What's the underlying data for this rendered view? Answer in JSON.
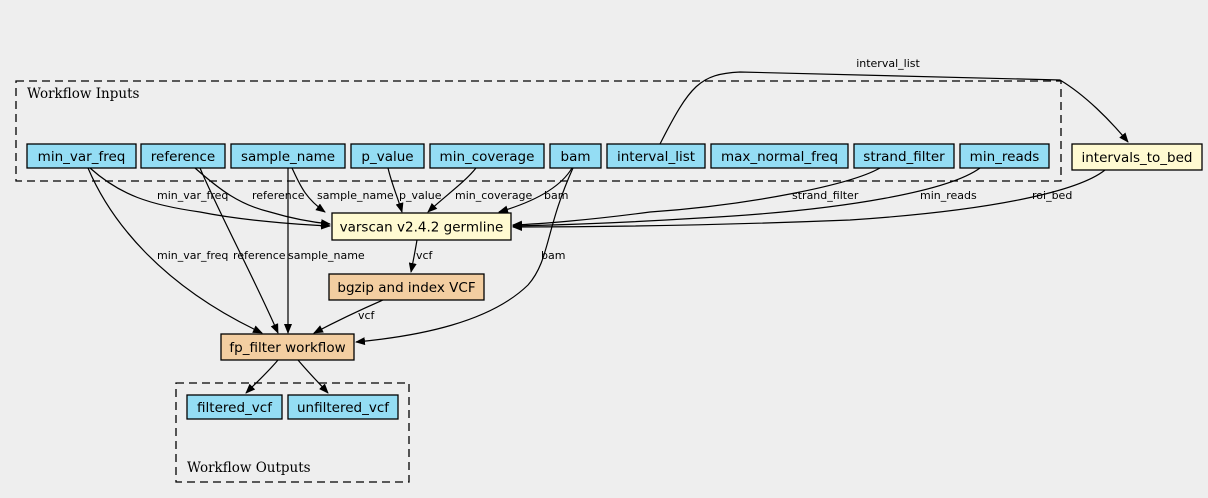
{
  "colors": {
    "background": "#eeeeee",
    "input_output": "#94ddf4",
    "tool": "#fffad1",
    "subworkflow": "#f3cea1"
  },
  "clusters": {
    "inputs": "Workflow Inputs",
    "outputs": "Workflow Outputs"
  },
  "nodes": {
    "min_var_freq": {
      "label": "min_var_freq",
      "kind": "input_output"
    },
    "reference": {
      "label": "reference",
      "kind": "input_output"
    },
    "sample_name": {
      "label": "sample_name",
      "kind": "input_output"
    },
    "p_value": {
      "label": "p_value",
      "kind": "input_output"
    },
    "min_coverage": {
      "label": "min_coverage",
      "kind": "input_output"
    },
    "bam": {
      "label": "bam",
      "kind": "input_output"
    },
    "interval_list": {
      "label": "interval_list",
      "kind": "input_output"
    },
    "max_normal_freq": {
      "label": "max_normal_freq",
      "kind": "input_output"
    },
    "strand_filter": {
      "label": "strand_filter",
      "kind": "input_output"
    },
    "min_reads": {
      "label": "min_reads",
      "kind": "input_output"
    },
    "intervals_to_bed": {
      "label": "intervals_to_bed",
      "kind": "tool"
    },
    "varscan": {
      "label": "varscan v2.4.2 germline",
      "kind": "tool"
    },
    "bgzip": {
      "label": "bgzip and index VCF",
      "kind": "subworkflow"
    },
    "fp_filter": {
      "label": "fp_filter workflow",
      "kind": "subworkflow"
    },
    "filtered_vcf": {
      "label": "filtered_vcf",
      "kind": "input_output"
    },
    "unfiltered_vcf": {
      "label": "unfiltered_vcf",
      "kind": "input_output"
    }
  },
  "edges": [
    {
      "id": "e_interval_list",
      "from": "interval_list",
      "to": "intervals_to_bed",
      "label": "interval_list"
    },
    {
      "id": "e_mvf_varscan",
      "from": "min_var_freq",
      "to": "varscan",
      "label": "min_var_freq"
    },
    {
      "id": "e_ref_varscan",
      "from": "reference",
      "to": "varscan",
      "label": "reference"
    },
    {
      "id": "e_sn_varscan",
      "from": "sample_name",
      "to": "varscan",
      "label": "sample_name"
    },
    {
      "id": "e_pv_varscan",
      "from": "p_value",
      "to": "varscan",
      "label": "p_value"
    },
    {
      "id": "e_mc_varscan",
      "from": "min_coverage",
      "to": "varscan",
      "label": "min_coverage"
    },
    {
      "id": "e_bam_varscan",
      "from": "bam",
      "to": "varscan",
      "label": "bam"
    },
    {
      "id": "e_sf_varscan",
      "from": "strand_filter",
      "to": "varscan",
      "label": "strand_filter"
    },
    {
      "id": "e_mr_varscan",
      "from": "min_reads",
      "to": "varscan",
      "label": "min_reads"
    },
    {
      "id": "e_roi_varscan",
      "from": "intervals_to_bed",
      "to": "varscan",
      "label": "roi_bed"
    },
    {
      "id": "e_varscan_bgzip",
      "from": "varscan",
      "to": "bgzip",
      "label": "vcf"
    },
    {
      "id": "e_mvf_fp",
      "from": "min_var_freq",
      "to": "fp_filter",
      "label": "min_var_freq"
    },
    {
      "id": "e_ref_fp",
      "from": "reference",
      "to": "fp_filter",
      "label": "reference"
    },
    {
      "id": "e_sn_fp",
      "from": "sample_name",
      "to": "fp_filter",
      "label": "sample_name"
    },
    {
      "id": "e_bam_fp",
      "from": "bam",
      "to": "fp_filter",
      "label": "bam"
    },
    {
      "id": "e_bgzip_fp",
      "from": "bgzip",
      "to": "fp_filter",
      "label": "vcf"
    },
    {
      "id": "e_fp_filtered",
      "from": "fp_filter",
      "to": "filtered_vcf",
      "label": ""
    },
    {
      "id": "e_fp_unfiltered",
      "from": "fp_filter",
      "to": "unfiltered_vcf",
      "label": ""
    }
  ]
}
